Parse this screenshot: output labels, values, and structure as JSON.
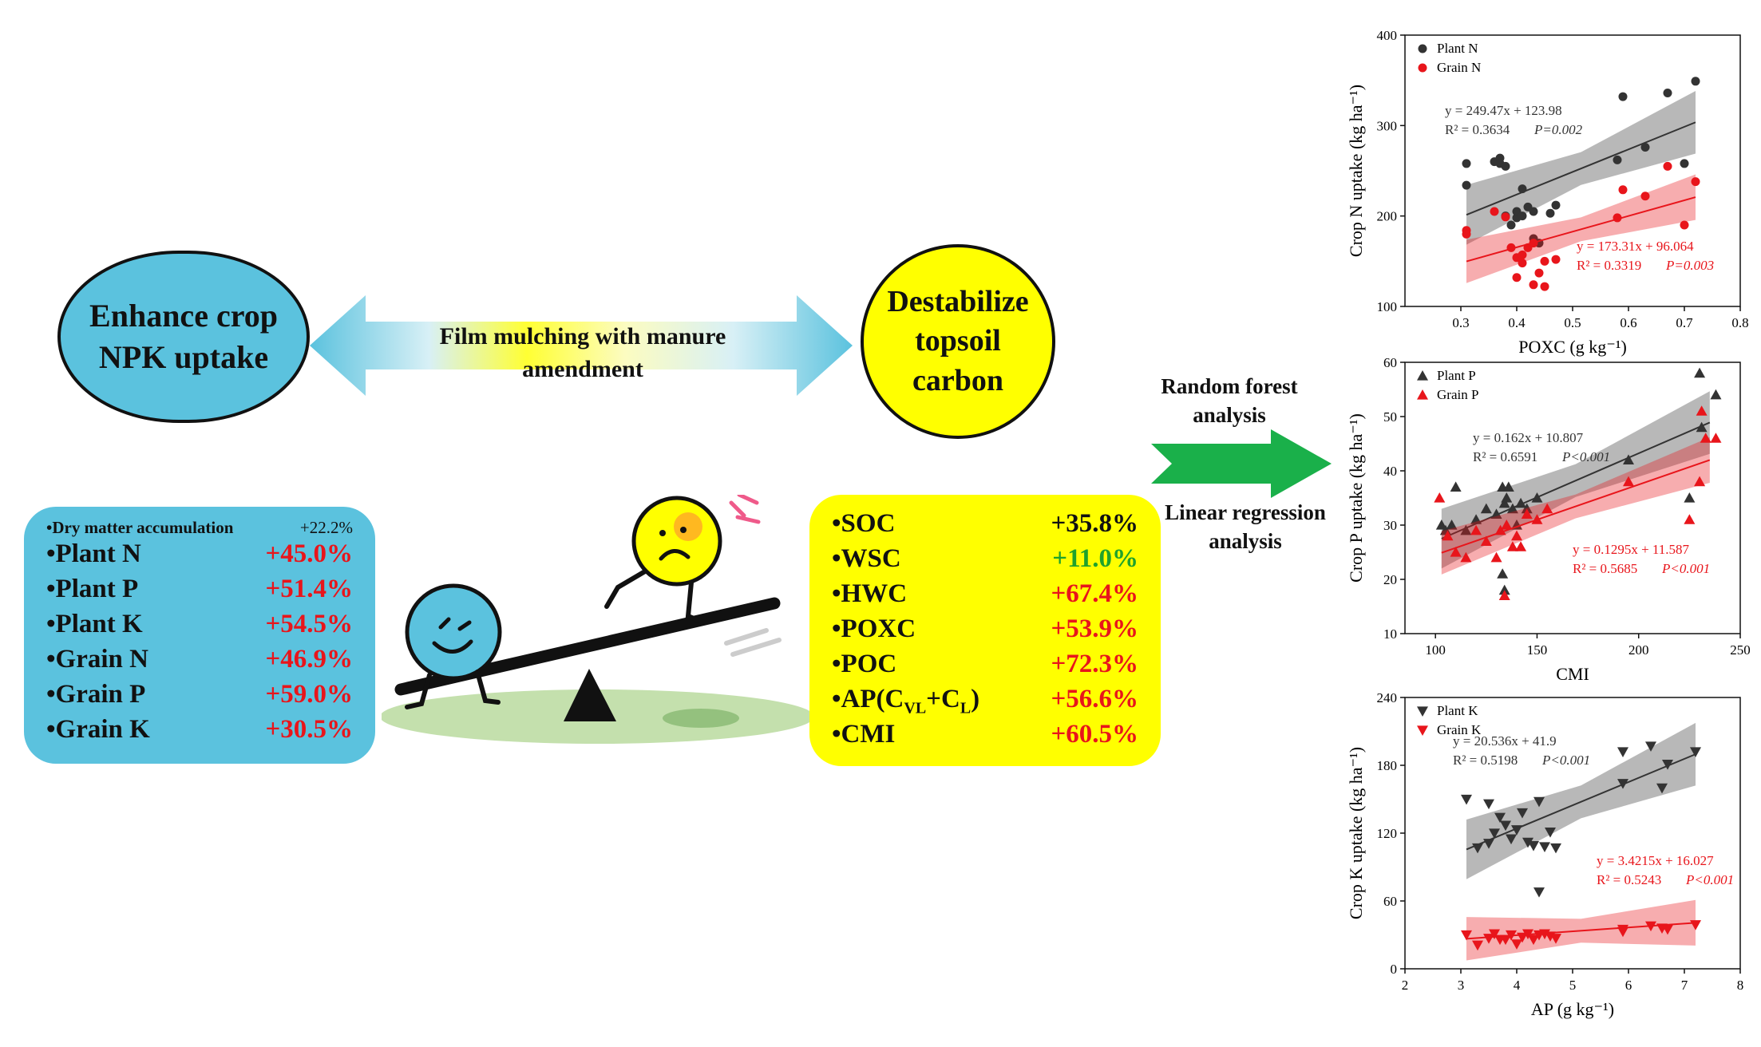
{
  "left_circle": {
    "label": "Enhance crop\nNPK uptake",
    "color": "#5bc2de"
  },
  "right_circle": {
    "label": "Destabilize\ntopsoil\ncarbon",
    "color": "#ffff00"
  },
  "arrow_label": "Film mulching with manure\namendment",
  "method_labels": {
    "top": "Random forest\nanalysis",
    "bottom": "Linear regression\nanalysis"
  },
  "left_box": {
    "header": {
      "name": "•Dry matter accumulation",
      "value": "+22.2%"
    },
    "items": [
      {
        "name": "•Plant N",
        "value": "+45.0%"
      },
      {
        "name": "•Plant P",
        "value": "+51.4%"
      },
      {
        "name": "•Plant K",
        "value": "+54.5%"
      },
      {
        "name": "•Grain N",
        "value": "+46.9%"
      },
      {
        "name": "•Grain P",
        "value": "+59.0%"
      },
      {
        "name": "•Grain K",
        "value": "+30.5%"
      }
    ]
  },
  "right_box": {
    "items": [
      {
        "name": "•SOC",
        "value": "+35.8%",
        "color": "#111111"
      },
      {
        "name": "•WSC",
        "value": "+11.0%",
        "color": "#1fa22c"
      },
      {
        "name": "•HWC",
        "value": "+67.4%",
        "color": "#e8151b"
      },
      {
        "name": "•POXC",
        "value": "+53.9%",
        "color": "#e8151b"
      },
      {
        "name": "•POC",
        "value": "+72.3%",
        "color": "#e8151b"
      },
      {
        "name": "•AP(C",
        "sub1": "VL",
        "mid": "+C",
        "sub2": "L",
        "end": ")",
        "value": "+56.6%",
        "color": "#e8151b"
      },
      {
        "name": "•CMI",
        "value": "+60.5%",
        "color": "#e8151b"
      }
    ]
  },
  "chart_data": [
    {
      "type": "scatter",
      "xlabel": "POXC (g kg⁻¹)",
      "ylabel": "Crop N uptake (kg ha⁻¹)",
      "xlim": [
        0.2,
        0.8
      ],
      "ylim": [
        100,
        400
      ],
      "xticks": [
        "0.3",
        "0.4",
        "0.5",
        "0.6",
        "0.7",
        "0.8"
      ],
      "yticks": [
        "100",
        "200",
        "300",
        "400"
      ],
      "marker": "circle",
      "series": [
        {
          "name": "Plant N",
          "color": "#333333",
          "points": [
            [
              0.31,
              258
            ],
            [
              0.31,
              234
            ],
            [
              0.36,
              260
            ],
            [
              0.37,
              264
            ],
            [
              0.37,
              258
            ],
            [
              0.38,
              255
            ],
            [
              0.38,
              200
            ],
            [
              0.39,
              190
            ],
            [
              0.4,
              198
            ],
            [
              0.4,
              205
            ],
            [
              0.41,
              230
            ],
            [
              0.41,
              200
            ],
            [
              0.42,
              210
            ],
            [
              0.43,
              205
            ],
            [
              0.43,
              175
            ],
            [
              0.44,
              170
            ],
            [
              0.46,
              203
            ],
            [
              0.47,
              212
            ],
            [
              0.58,
              262
            ],
            [
              0.59,
              332
            ],
            [
              0.63,
              276
            ],
            [
              0.67,
              336
            ],
            [
              0.7,
              258
            ],
            [
              0.72,
              349
            ]
          ],
          "fit": {
            "x": [
              0.31,
              0.72
            ],
            "y": [
              201.3,
              303.6
            ]
          },
          "equation": "y = 249.47x + 123.98",
          "r2": "R² = 0.3634",
          "p": "P=0.002"
        },
        {
          "name": "Grain N",
          "color": "#e8151b",
          "points": [
            [
              0.31,
              184
            ],
            [
              0.31,
              180
            ],
            [
              0.36,
              205
            ],
            [
              0.38,
              199
            ],
            [
              0.39,
              165
            ],
            [
              0.4,
              154
            ],
            [
              0.4,
              132
            ],
            [
              0.41,
              157
            ],
            [
              0.41,
              148
            ],
            [
              0.42,
              165
            ],
            [
              0.43,
              170
            ],
            [
              0.43,
              124
            ],
            [
              0.44,
              137
            ],
            [
              0.45,
              122
            ],
            [
              0.45,
              150
            ],
            [
              0.47,
              152
            ],
            [
              0.58,
              198
            ],
            [
              0.59,
              229
            ],
            [
              0.63,
              222
            ],
            [
              0.67,
              255
            ],
            [
              0.7,
              190
            ],
            [
              0.72,
              238
            ]
          ],
          "fit": {
            "x": [
              0.31,
              0.72
            ],
            "y": [
              149.8,
              220.8
            ]
          },
          "equation": "y = 173.31x + 96.064",
          "r2": "R² = 0.3319",
          "p": "P=0.003"
        }
      ]
    },
    {
      "type": "scatter",
      "xlabel": "CMI",
      "ylabel": "Crop P uptake (kg ha⁻¹)",
      "xlim": [
        85,
        250
      ],
      "ylim": [
        10,
        60
      ],
      "xticks": [
        "100",
        "150",
        "200",
        "250"
      ],
      "yticks": [
        "10",
        "20",
        "30",
        "40",
        "50",
        "60"
      ],
      "marker": "triangle-up",
      "series": [
        {
          "name": "Plant P",
          "color": "#333333",
          "points": [
            [
              103,
              30
            ],
            [
              105,
              29
            ],
            [
              108,
              30
            ],
            [
              110,
              37
            ],
            [
              115,
              29
            ],
            [
              120,
              31
            ],
            [
              125,
              33
            ],
            [
              130,
              32
            ],
            [
              133,
              37
            ],
            [
              134,
              34
            ],
            [
              135,
              35
            ],
            [
              136,
              37
            ],
            [
              138,
              33
            ],
            [
              140,
              30
            ],
            [
              142,
              34
            ],
            [
              145,
              33
            ],
            [
              150,
              35
            ],
            [
              133,
              21
            ],
            [
              134,
              18
            ],
            [
              195,
              42
            ],
            [
              225,
              35
            ],
            [
              230,
              58
            ],
            [
              231,
              48
            ],
            [
              238,
              54
            ]
          ],
          "fit": {
            "x": [
              103,
              235
            ],
            "y": [
              27.5,
              48.9
            ]
          },
          "equation": "y = 0.162x + 10.807",
          "r2": "R² = 0.6591",
          "p": "P<0.001"
        },
        {
          "name": "Grain P",
          "color": "#e8151b",
          "points": [
            [
              102,
              35
            ],
            [
              106,
              28
            ],
            [
              110,
              25
            ],
            [
              115,
              24
            ],
            [
              120,
              29
            ],
            [
              125,
              27
            ],
            [
              130,
              24
            ],
            [
              132,
              29
            ],
            [
              134,
              17
            ],
            [
              135,
              30
            ],
            [
              138,
              26
            ],
            [
              140,
              28
            ],
            [
              142,
              26
            ],
            [
              145,
              32
            ],
            [
              150,
              31
            ],
            [
              155,
              33
            ],
            [
              195,
              38
            ],
            [
              225,
              31
            ],
            [
              230,
              38
            ],
            [
              231,
              51
            ],
            [
              233,
              46
            ],
            [
              238,
              46
            ]
          ],
          "fit": {
            "x": [
              103,
              235
            ],
            "y": [
              24.9,
              42.0
            ]
          },
          "equation": "y = 0.1295x + 11.587",
          "r2": "R² = 0.5685",
          "p": "P<0.001"
        }
      ]
    },
    {
      "type": "scatter",
      "xlabel": "AP (g kg⁻¹)",
      "ylabel": "Crop K uptake (kg ha⁻¹)",
      "xlim": [
        2,
        8
      ],
      "ylim": [
        0,
        240
      ],
      "xticks": [
        "2",
        "3",
        "4",
        "5",
        "6",
        "7",
        "8"
      ],
      "yticks": [
        "0",
        "60",
        "120",
        "180",
        "240"
      ],
      "marker": "triangle-down",
      "series": [
        {
          "name": "Plant K",
          "color": "#333333",
          "points": [
            [
              3.1,
              150
            ],
            [
              3.3,
              107
            ],
            [
              3.5,
              111
            ],
            [
              3.5,
              146
            ],
            [
              3.6,
              120
            ],
            [
              3.7,
              134
            ],
            [
              3.8,
              127
            ],
            [
              3.9,
              115
            ],
            [
              4.0,
              123
            ],
            [
              4.1,
              138
            ],
            [
              4.2,
              112
            ],
            [
              4.3,
              109
            ],
            [
              4.4,
              148
            ],
            [
              4.5,
              108
            ],
            [
              4.6,
              121
            ],
            [
              4.7,
              107
            ],
            [
              4.4,
              68
            ],
            [
              5.9,
              192
            ],
            [
              5.9,
              164
            ],
            [
              6.4,
              197
            ],
            [
              6.6,
              160
            ],
            [
              6.7,
              181
            ],
            [
              7.2,
              192
            ]
          ],
          "fit": {
            "x": [
              3.1,
              7.2
            ],
            "y": [
              105.6,
              189.8
            ]
          },
          "equation": "y = 20.536x + 41.9",
          "r2": "R² = 0.5198",
          "p": "P<0.001"
        },
        {
          "name": "Grain K",
          "color": "#e8151b",
          "points": [
            [
              3.1,
              30
            ],
            [
              3.3,
              21
            ],
            [
              3.5,
              27
            ],
            [
              3.6,
              31
            ],
            [
              3.7,
              26
            ],
            [
              3.8,
              26
            ],
            [
              3.9,
              30
            ],
            [
              4.0,
              22
            ],
            [
              4.1,
              28
            ],
            [
              4.2,
              31
            ],
            [
              4.3,
              26
            ],
            [
              4.4,
              30
            ],
            [
              4.5,
              31
            ],
            [
              4.6,
              29
            ],
            [
              4.7,
              27
            ],
            [
              5.9,
              35
            ],
            [
              5.9,
              33
            ],
            [
              6.4,
              38
            ],
            [
              6.6,
              36
            ],
            [
              6.7,
              35
            ],
            [
              7.2,
              39
            ]
          ],
          "fit": {
            "x": [
              3.1,
              7.2
            ],
            "y": [
              26.6,
              40.7
            ]
          },
          "equation": "y = 3.4215x + 16.027",
          "r2": "R² = 0.5243",
          "p": "P<0.001"
        }
      ]
    }
  ]
}
